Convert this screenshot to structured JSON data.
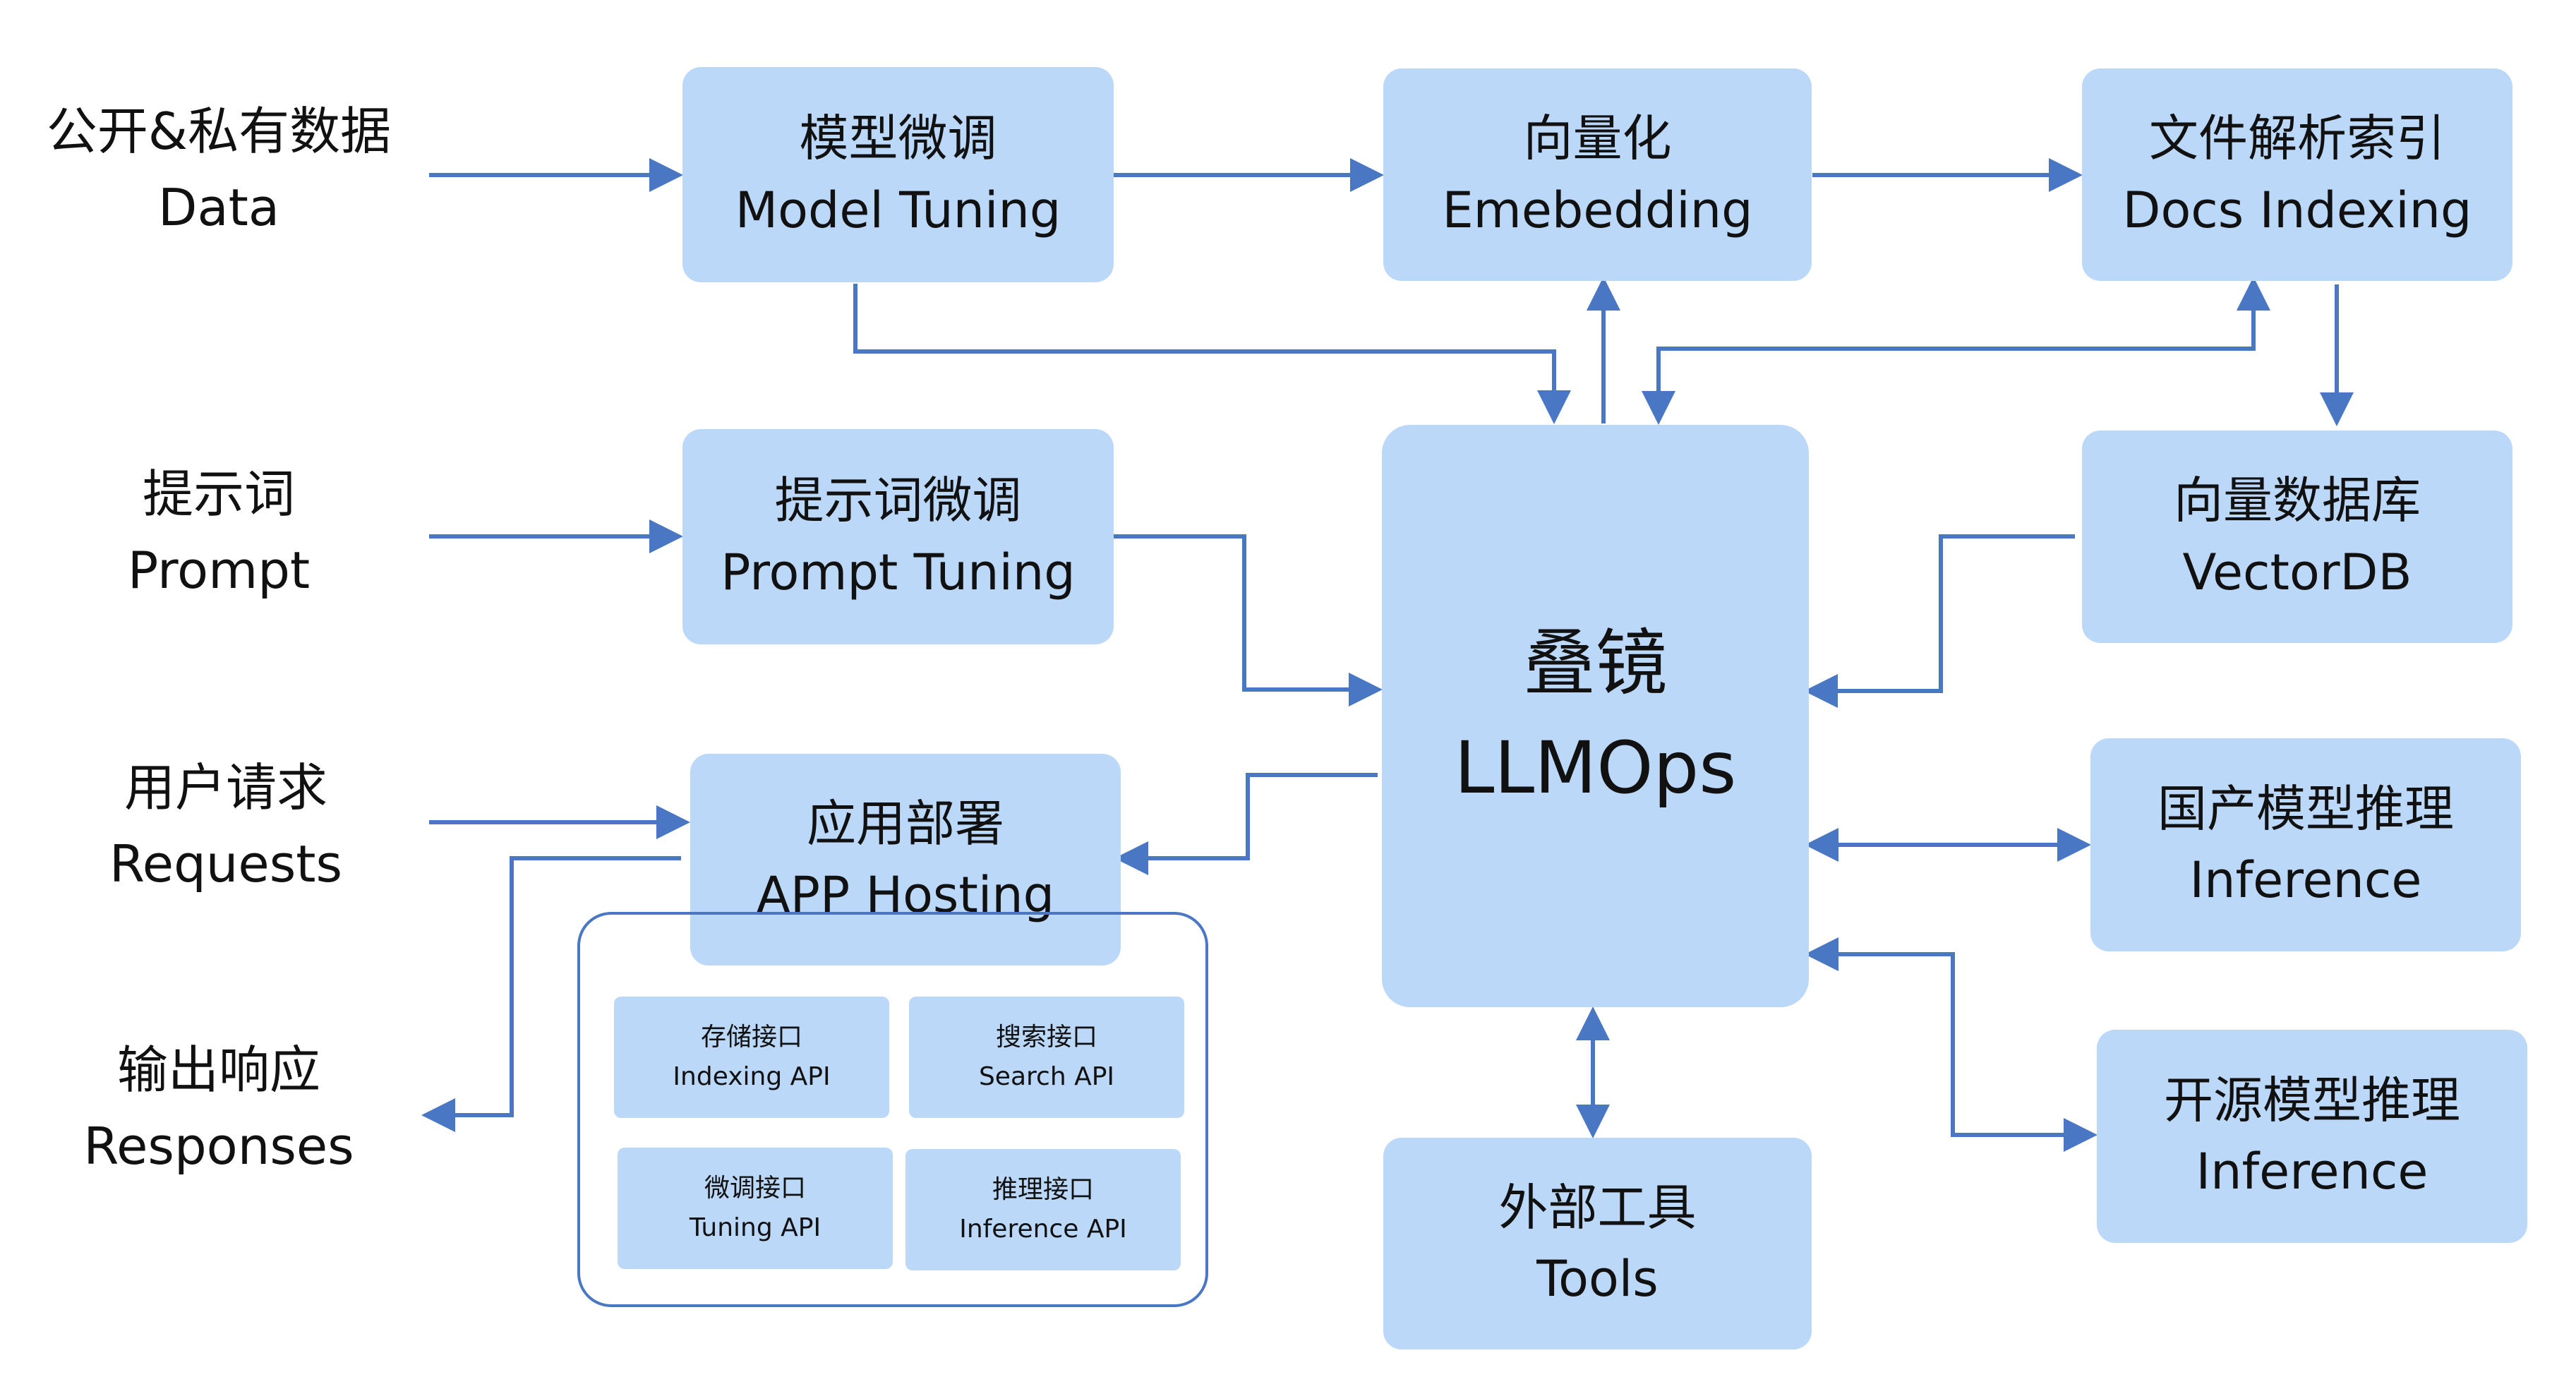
{
  "inputs": {
    "data": {
      "zh": "公开&私有数据",
      "en": "Data"
    },
    "prompt": {
      "zh": "提示词",
      "en": "Prompt"
    },
    "requests": {
      "zh": "用户请求",
      "en": "Requests"
    },
    "responses": {
      "zh": "输出响应",
      "en": "Responses"
    }
  },
  "modules": {
    "model_tuning": {
      "zh": "模型微调",
      "en": "Model Tuning"
    },
    "embedding": {
      "zh": "向量化",
      "en": "Emebedding"
    },
    "docs_indexing": {
      "zh": "文件解析索引",
      "en": "Docs Indexing"
    },
    "prompt_tuning": {
      "zh": "提示词微调",
      "en": "Prompt Tuning"
    },
    "vectordb": {
      "zh": "向量数据库",
      "en": "VectorDB"
    },
    "llmops": {
      "zh": "叠镜",
      "en": "LLMOps"
    },
    "app_hosting": {
      "zh": "应用部署",
      "en": "APP Hosting"
    },
    "domestic_inference": {
      "zh": "国产模型推理",
      "en": "Inference"
    },
    "open_source_inference": {
      "zh": "开源模型推理",
      "en": "Inference"
    },
    "tools": {
      "zh": "外部工具",
      "en": "Tools"
    }
  },
  "apis": {
    "indexing": {
      "zh": "存储接口",
      "en": "Indexing API"
    },
    "search": {
      "zh": "搜索接口",
      "en": "Search API"
    },
    "tuning": {
      "zh": "微调接口",
      "en": "Tuning API"
    },
    "inference": {
      "zh": "推理接口",
      "en": "Inference API"
    }
  },
  "colors": {
    "box_fill": "#bcd8f9",
    "arrow": "#4a77c4",
    "text": "#111111"
  }
}
